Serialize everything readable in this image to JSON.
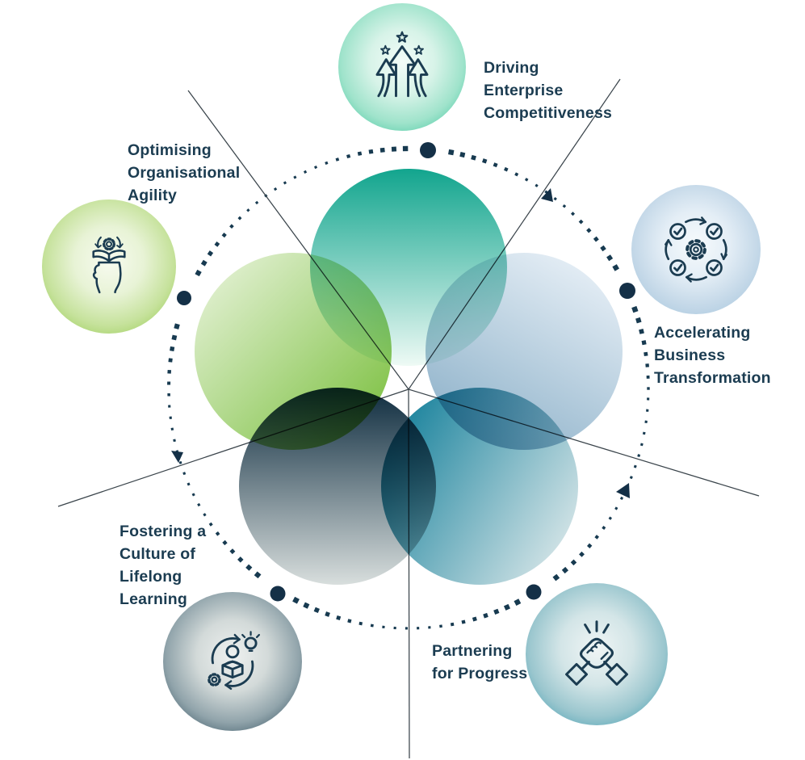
{
  "diagram": {
    "type": "five-theme-radial-infographic",
    "themes": [
      {
        "id": "driving-enterprise-competitiveness",
        "label_lines": [
          "Driving",
          "Enterprise",
          "Competitiveness"
        ],
        "icon": "growth-arrows-stars-icon",
        "accent_color": "#2abd97"
      },
      {
        "id": "accelerating-business-transformation",
        "label_lines": [
          "Accelerating",
          "Business",
          "Transformation"
        ],
        "icon": "gear-checklist-cycle-icon",
        "accent_color": "#9fc2da"
      },
      {
        "id": "partnering-for-progress",
        "label_lines": [
          "Partnering",
          "for Progress"
        ],
        "icon": "handshake-icon",
        "accent_color": "#2b93a9"
      },
      {
        "id": "fostering-lifelong-learning",
        "label_lines": [
          "Fostering a",
          "Culture of",
          "Lifelong",
          "Learning"
        ],
        "icon": "learning-cycle-icon",
        "accent_color": "#15303f"
      },
      {
        "id": "optimising-organisational-agility",
        "label_lines": [
          "Optimising",
          "Organisational",
          "Agility"
        ],
        "icon": "mind-book-gear-icon",
        "accent_color": "#8cc63f"
      }
    ],
    "colors": {
      "text": "#1b3c51",
      "icon_stroke": "#1b3c51",
      "ring_dots": "#173a50",
      "accent_dots": "#143047",
      "sector_lines": "#3a444b",
      "petal_teal": "#12a58e",
      "petal_green": "#76bc35",
      "petal_steel_blue": "#8fb3cb",
      "petal_teal_blue": "#147e99",
      "petal_navy": "#0d2b3e"
    }
  }
}
